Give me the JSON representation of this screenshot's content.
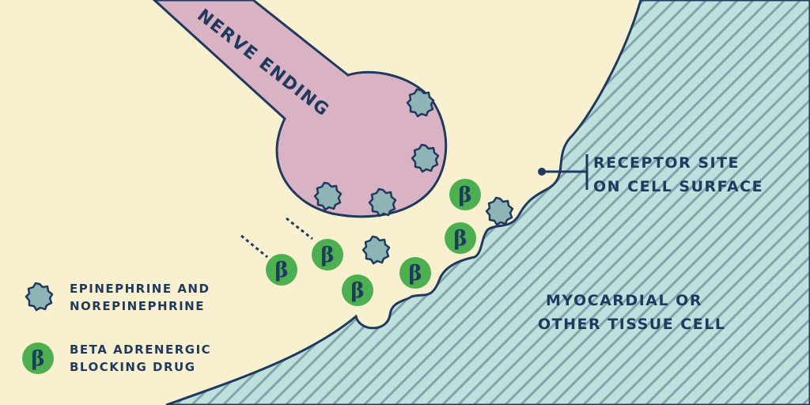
{
  "labels": {
    "nerve_ending": "NERVE ENDING",
    "receptor_line1": "RECEPTOR SITE",
    "receptor_line2": "ON CELL SURFACE",
    "tissue_line1": "MYOCARDIAL OR",
    "tissue_line2": "OTHER TISSUE CELL"
  },
  "legend": {
    "epinephrine_line1": "EPINEPHRINE AND",
    "epinephrine_line2": "NOREPINEPHRINE",
    "beta_line1": "BETA ADRENERGIC",
    "beta_line2": "BLOCKING DRUG"
  },
  "beta_symbol": "β",
  "colors": {
    "background": "#f9f0cf",
    "nerve": "#d9b2c4",
    "tissue": "#bfe0dc",
    "tissue_stripe": "#7fa6ad",
    "outline": "#1f3a5f",
    "drug": "#4caf50",
    "molecule": "#8fb4b5"
  }
}
